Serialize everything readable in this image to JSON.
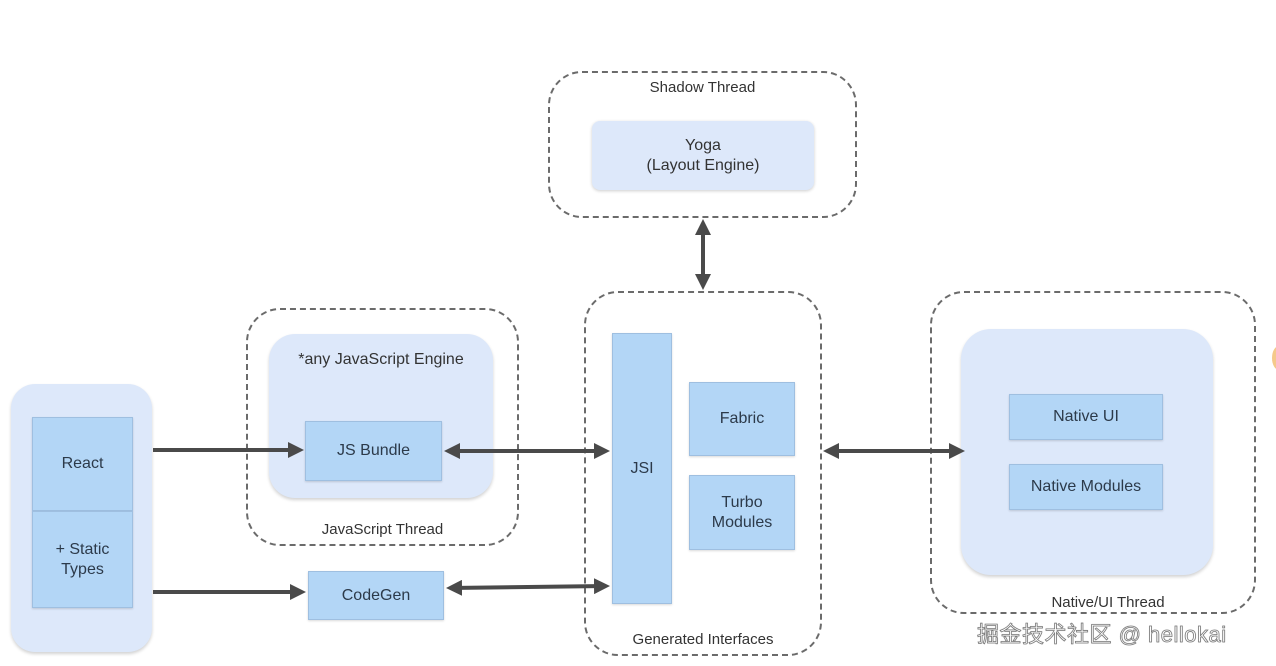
{
  "diagram": {
    "containers": {
      "shadow_thread": "Shadow Thread",
      "javascript_thread": "JavaScript Thread",
      "generated_interfaces": "Generated Interfaces",
      "native_ui_thread": "Native/UI Thread"
    },
    "panels": {
      "js_engine": "*any JavaScript Engine"
    },
    "blocks": {
      "yoga": "Yoga\n(Layout Engine)",
      "react": "React",
      "static_types": "+ Static\nTypes",
      "js_bundle": "JS Bundle",
      "codegen": "CodeGen",
      "jsi": "JSI",
      "fabric": "Fabric",
      "turbo_modules": "Turbo\nModules",
      "native_ui": "Native UI",
      "native_modules": "Native Modules"
    },
    "edges": [
      {
        "from": "React",
        "to": "JS Bundle",
        "direction": "one-way"
      },
      {
        "from": "+ Static Types",
        "to": "CodeGen",
        "direction": "one-way"
      },
      {
        "from": "JS Bundle",
        "to": "JSI",
        "direction": "bidirectional"
      },
      {
        "from": "CodeGen",
        "to": "JSI",
        "direction": "bidirectional"
      },
      {
        "from": "Shadow Thread",
        "to": "Generated Interfaces",
        "direction": "bidirectional"
      },
      {
        "from": "Generated Interfaces",
        "to": "Native/UI Thread",
        "direction": "bidirectional"
      }
    ],
    "colors": {
      "block_fill": "#b3d6f6",
      "panel_fill": "#dde8fa",
      "arrow": "#4a4a4a",
      "dashed_border": "#6b6b6b"
    }
  },
  "watermark": "掘金技术社区 @ hellokai"
}
